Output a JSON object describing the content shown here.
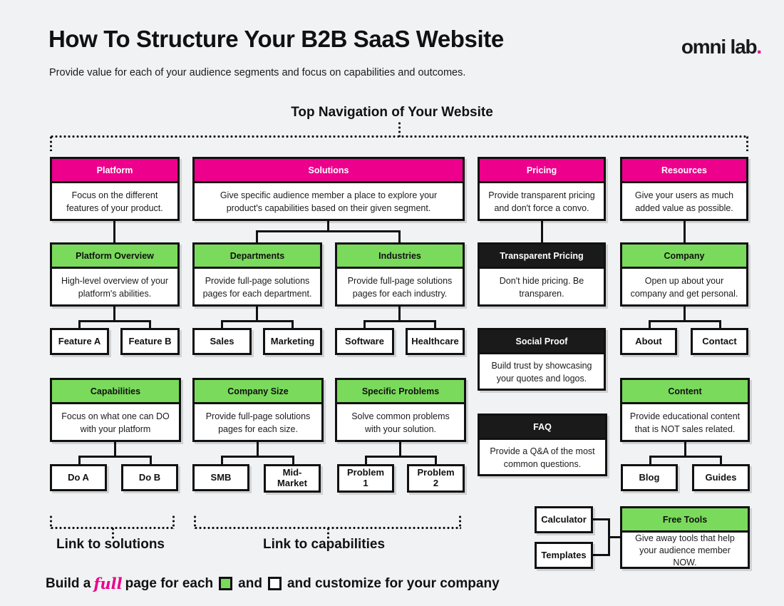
{
  "header": {
    "title": "How To Structure Your B2B SaaS Website",
    "subtitle": "Provide value for each of your audience segments and focus on capabilities and outcomes.",
    "logo_text": "omni lab",
    "logo_dot": ".",
    "nav_heading": "Top Navigation of Your Website"
  },
  "colors": {
    "pink": "#ec008c",
    "green": "#7ada5b",
    "black": "#1a1a1a",
    "background": "#f0f2f4"
  },
  "nav_row": [
    {
      "title": "Platform",
      "desc": "Focus on the different features of your product."
    },
    {
      "title": "Solutions",
      "desc": "Give specific audience member a place to explore your product's capabilities based on their given segment."
    },
    {
      "title": "Pricing",
      "desc": "Provide transparent pricing and don't force a convo."
    },
    {
      "title": "Resources",
      "desc": "Give your users as much added value as possible."
    }
  ],
  "row2": [
    {
      "title": "Platform Overview",
      "desc": "High-level overview of your platform's abilities.",
      "style": "green"
    },
    {
      "title": "Departments",
      "desc": "Provide full-page solutions pages for each department.",
      "style": "green"
    },
    {
      "title": "Industries",
      "desc": "Provide full-page solutions pages for each industry.",
      "style": "green"
    },
    {
      "title": "Transparent Pricing",
      "desc": "Don't hide pricing. Be transparen.",
      "style": "black"
    },
    {
      "title": "Company",
      "desc": "Open up about your company and get personal.",
      "style": "green"
    }
  ],
  "row2_children": [
    {
      "label": "Feature A"
    },
    {
      "label": "Feature B"
    },
    {
      "label": "Sales"
    },
    {
      "label": "Marketing"
    },
    {
      "label": "Software"
    },
    {
      "label": "Healthcare"
    },
    {
      "label": "About"
    },
    {
      "label": "Contact"
    }
  ],
  "social_proof": {
    "title": "Social Proof",
    "desc": "Build trust by showcasing your quotes and logos.",
    "style": "black"
  },
  "row3": [
    {
      "title": "Capabilities",
      "desc": "Focus on what one can DO with your platform",
      "style": "green"
    },
    {
      "title": "Company Size",
      "desc": "Provide full-page solutions pages for each size.",
      "style": "green"
    },
    {
      "title": "Specific Problems",
      "desc": "Solve common problems with your solution.",
      "style": "green"
    },
    {
      "title": "FAQ",
      "desc": "Provide a Q&A of the most common questions.",
      "style": "black"
    },
    {
      "title": "Content",
      "desc": "Provide educational content that is NOT sales related.",
      "style": "green"
    }
  ],
  "row3_children": [
    {
      "label": "Do A"
    },
    {
      "label": "Do B"
    },
    {
      "label": "SMB"
    },
    {
      "label": "Mid-\nMarket"
    },
    {
      "label": "Problem\n1"
    },
    {
      "label": "Problem\n2"
    },
    {
      "label": "Blog"
    },
    {
      "label": "Guides"
    }
  ],
  "free_tools": {
    "title": "Free Tools",
    "desc": "Give away tools that help your audience member NOW.",
    "style": "green",
    "inputs": [
      {
        "label": "Calculator"
      },
      {
        "label": "Templates"
      }
    ]
  },
  "bottom_labels": {
    "link_solutions": "Link to solutions",
    "link_capabilities": "Link to capabilities"
  },
  "legend": {
    "part1": "Build a",
    "emphasis": "full",
    "part2": "page for each",
    "conjunction": "and",
    "part3": "and customize for your company"
  }
}
